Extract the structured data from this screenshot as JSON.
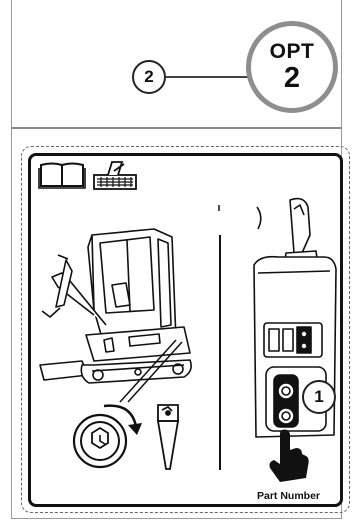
{
  "option_badge": {
    "line1": "OPT",
    "line2": "2"
  },
  "callouts": {
    "top": "2",
    "decal": "1"
  },
  "decal": {
    "part_number_label": "Part Number"
  },
  "colors": {
    "line": "#111111",
    "badge_ring": "#8e8e8e",
    "frame": "#9a9a9a"
  },
  "icons": [
    "manual-book-icon",
    "service-manual-icon",
    "excavator-illustration",
    "maintenance-rotation-icon",
    "bucket-tooth-icon",
    "joystick-controls-illustration",
    "hand-press-icon"
  ]
}
